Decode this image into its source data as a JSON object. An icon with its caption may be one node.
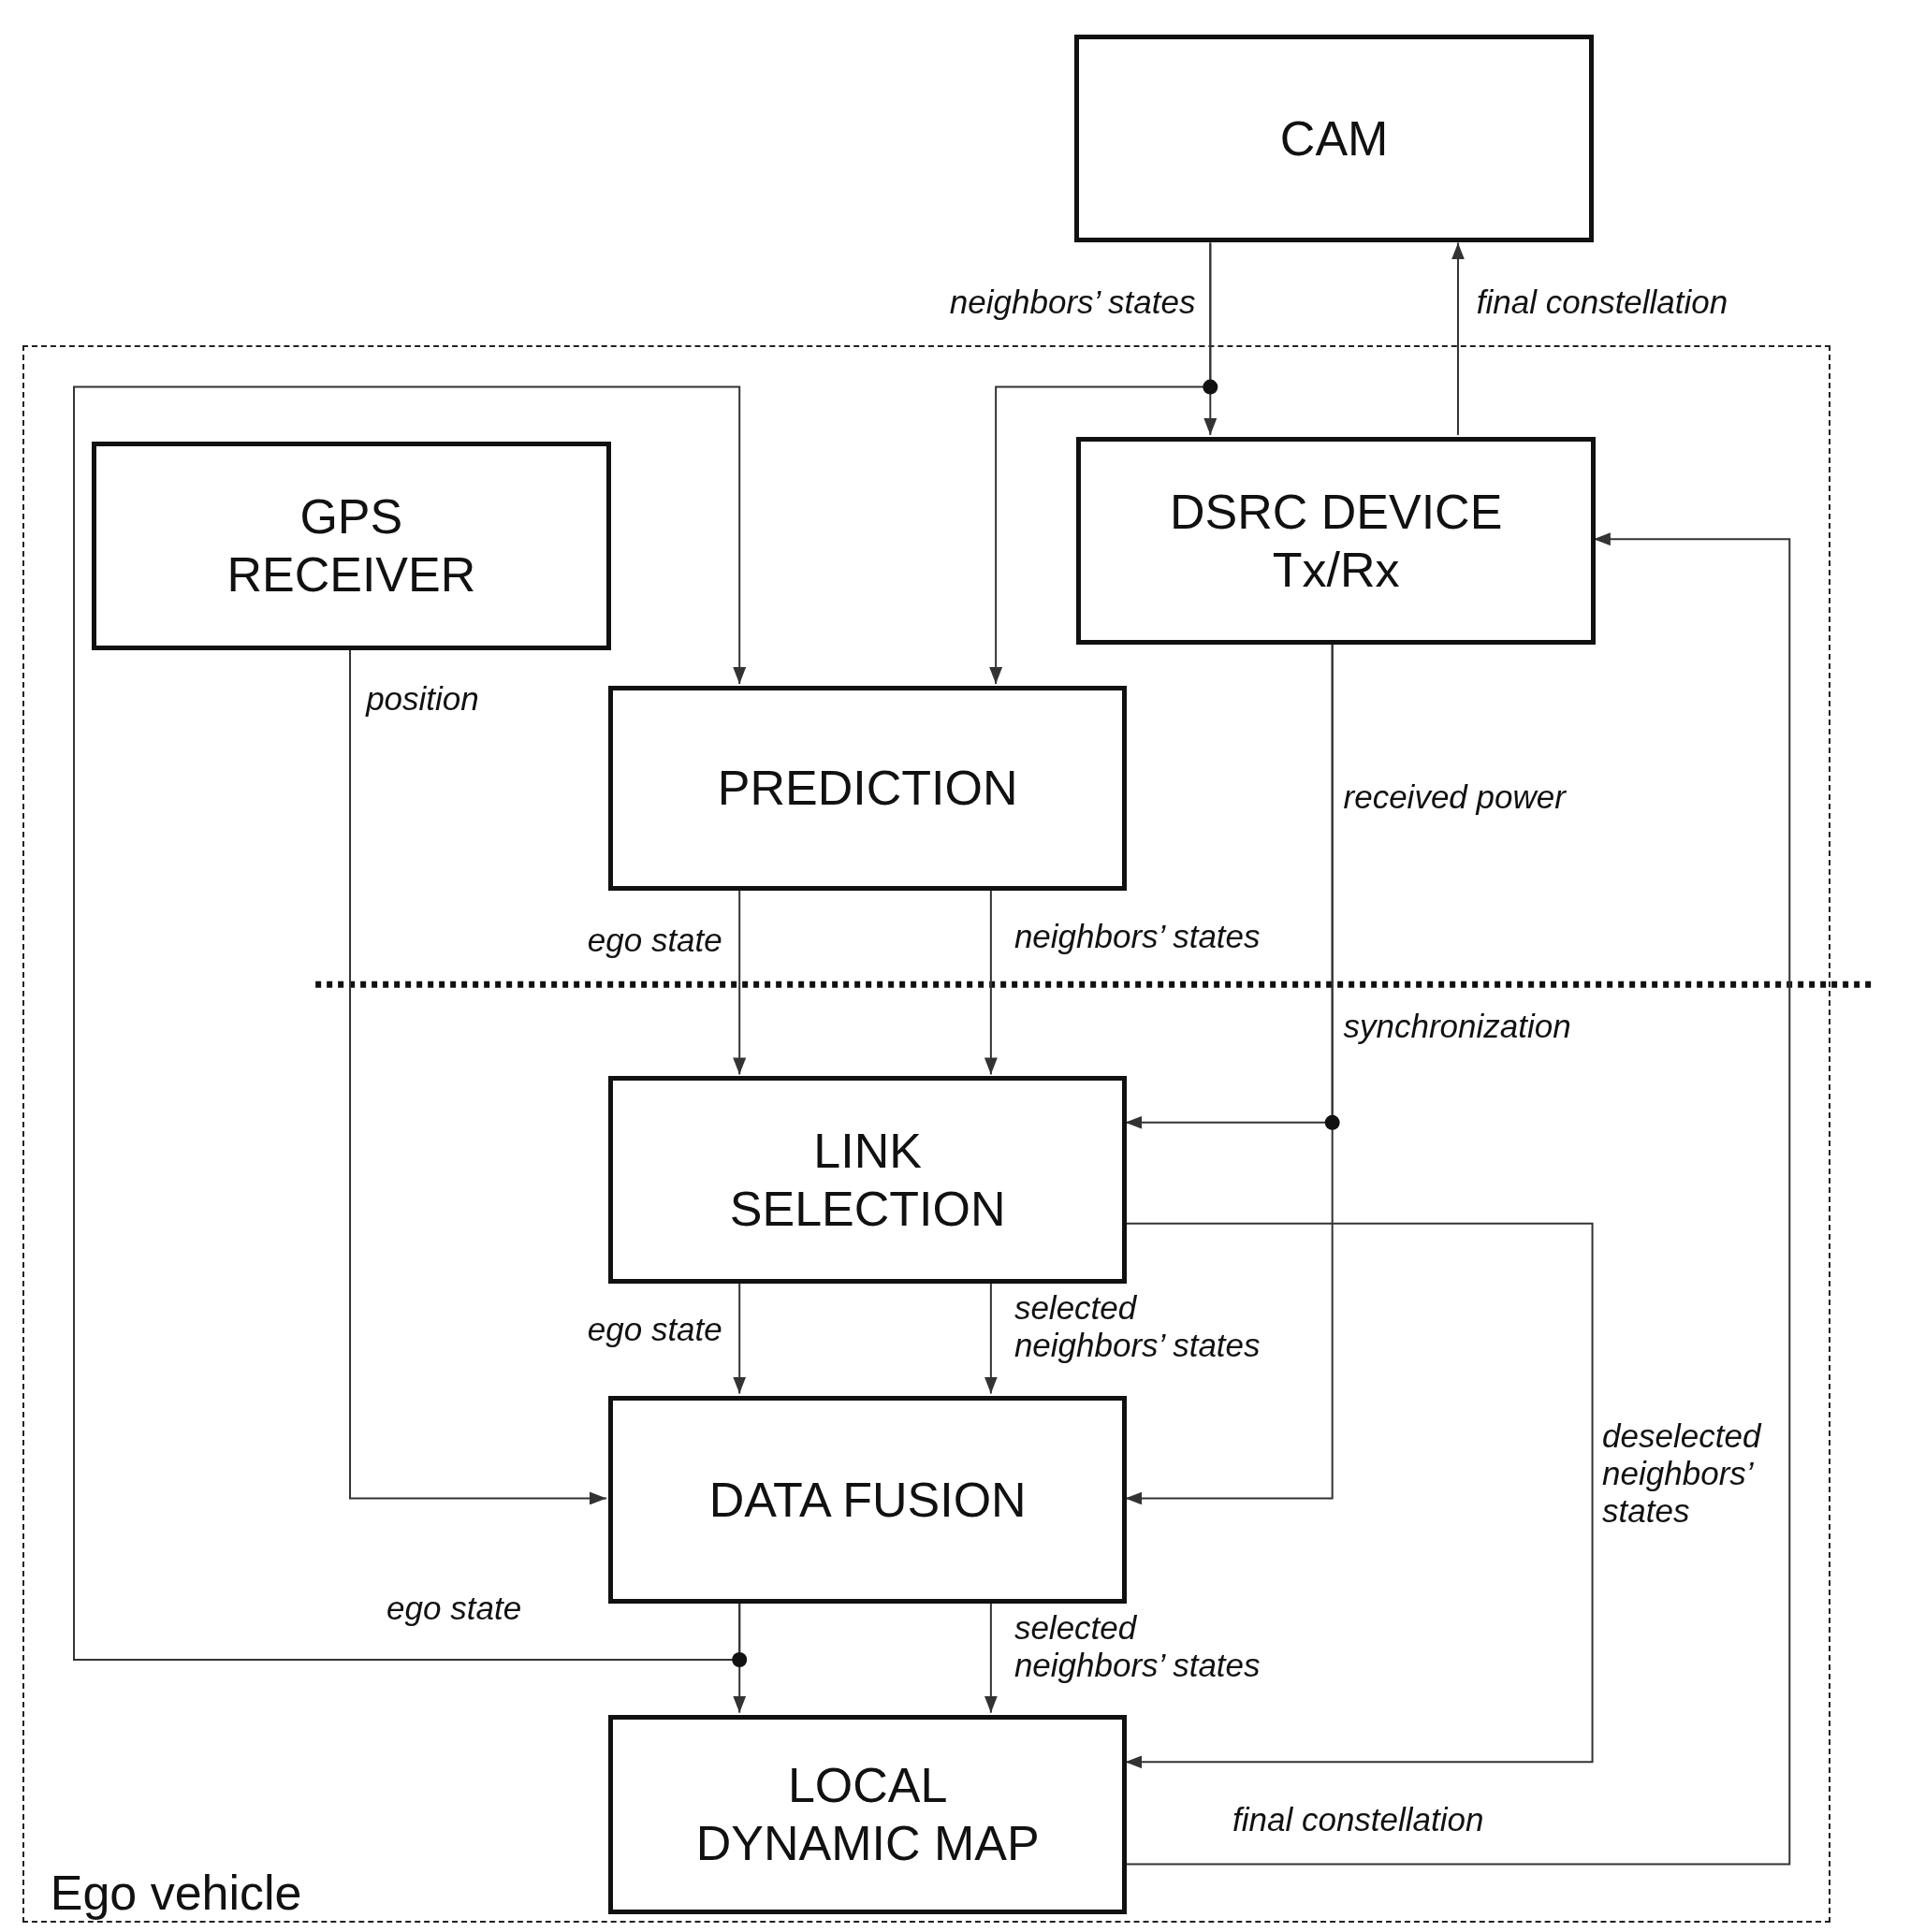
{
  "diagram": {
    "nodes": [
      {
        "text": [
          "CAM"
        ]
      },
      {
        "text": [
          "Ego vehicle"
        ]
      },
      {
        "text": [
          "GPS RECEIVER"
        ],
        "in": 1
      },
      {
        "text": [
          "DSRC DEVICE Tx/Rx"
        ],
        "in": 1
      },
      {
        "text": [
          "PREDICTION"
        ],
        "in": 1
      },
      {
        "text": [
          "LINK SELECTION"
        ],
        "in": 1
      },
      {
        "text": [
          "DATA FUSION"
        ],
        "in": 1
      },
      {
        "text": [
          "LOCAL DYNAMIC MAP"
        ],
        "in": 1
      }
    ],
    "edges": [
      {
        "from": 0,
        "to": 3,
        "arrow": "to",
        "label": "neighbors’ states"
      },
      {
        "from": 0,
        "to": 4,
        "arrow": "to"
      },
      {
        "from": 3,
        "to": 0,
        "arrow": "to",
        "label": "final constellation"
      },
      {
        "from": 2,
        "to": 6,
        "arrow": "to",
        "label": "position"
      },
      {
        "from": 4,
        "to": 5,
        "arrow": "to",
        "label": "ego state"
      },
      {
        "from": 4,
        "to": 5,
        "arrow": "to",
        "label": "neighbors’ states"
      },
      {
        "from": 3,
        "to": 5,
        "arrow": "to",
        "label": "received power"
      },
      {
        "from": 3,
        "to": 6,
        "arrow": "to"
      },
      {
        "from": 5,
        "to": 6,
        "arrow": "to",
        "label": "ego state"
      },
      {
        "from": 5,
        "to": 6,
        "arrow": "to",
        "label": "selected neighbors’ states"
      },
      {
        "from": 5,
        "to": 7,
        "arrow": "to",
        "label": "deselected neighbors’ states"
      },
      {
        "from": 6,
        "to": 7,
        "arrow": "to"
      },
      {
        "from": 6,
        "to": 4,
        "arrow": "to",
        "label": "ego state"
      },
      {
        "from": 6,
        "to": 7,
        "arrow": "to",
        "label": "selected neighbors’ states"
      },
      {
        "from": 7,
        "to": 3,
        "arrow": "to",
        "label": "final constellation"
      }
    ],
    "labels": [
      "synchronization"
    ]
  }
}
